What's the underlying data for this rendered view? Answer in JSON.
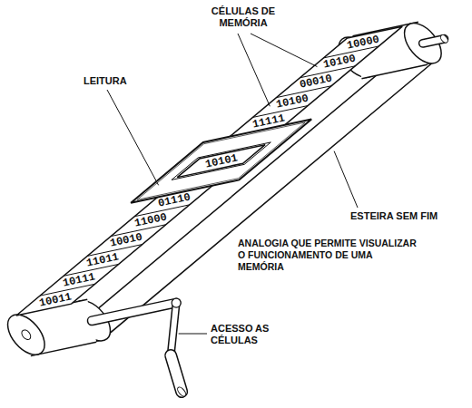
{
  "diagram": {
    "caption": "ANALOGIA QUE PERMITE VISUALIZAR O FUNCIONAMENTO DE UMA MEMÓRIA",
    "labels": [
      "CÉLULAS DE MEMÓRIA",
      "LEITURA",
      "ESTEIRA SEM FIM",
      "ACESSO AS CÉLULAS",
      "10000",
      "10100",
      "00010",
      "10100",
      "11111",
      "10101",
      "01110",
      "11000",
      "10010",
      "11011",
      "10111",
      "10011"
    ]
  }
}
